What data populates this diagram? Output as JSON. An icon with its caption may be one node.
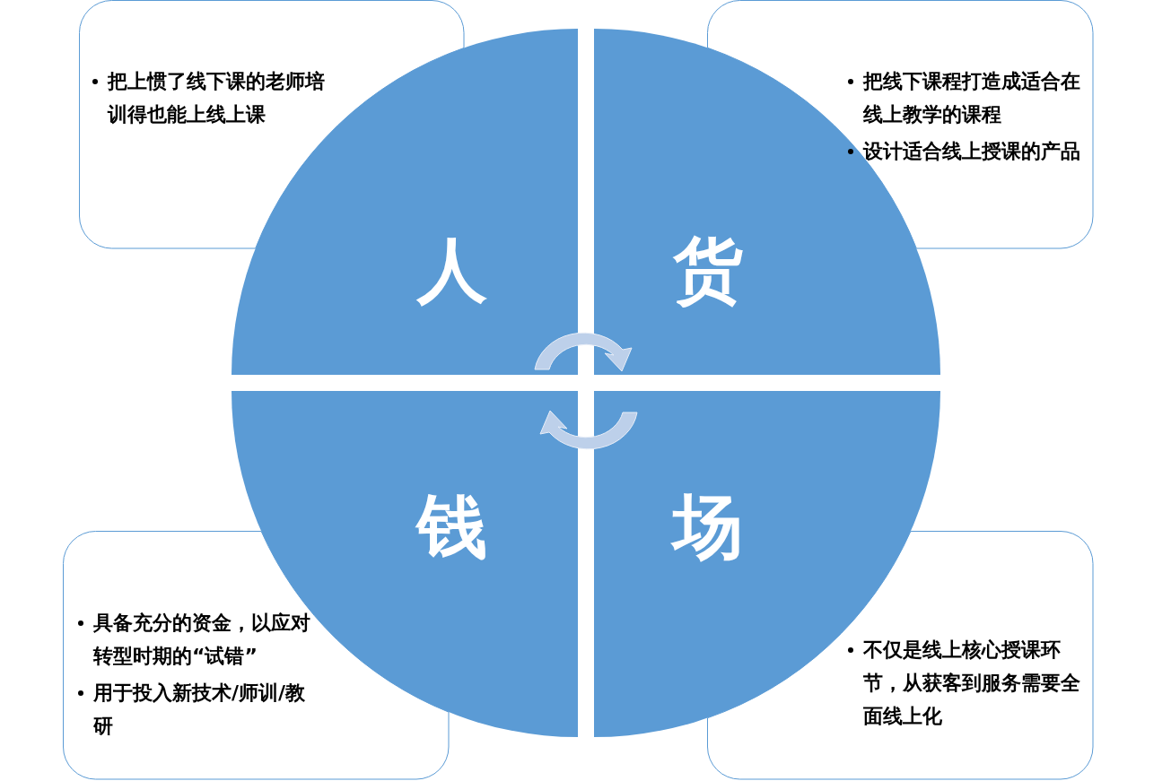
{
  "diagram": {
    "nodes": [
      {
        "text": [
          "人"
        ]
      },
      {
        "text": [
          "货"
        ]
      },
      {
        "text": [
          "钱"
        ]
      },
      {
        "text": [
          "场"
        ]
      },
      {
        "text": [
          "把上惯了线下课的老师培训得也能上线上课"
        ]
      },
      {
        "text": [
          "把线下课程打造成适合在线上教学的课程",
          "设计适合线上授课的产品"
        ]
      },
      {
        "text": [
          "具备充分的资金，以应对转型时期的“试错”",
          "用于投入新技术/师训/教研"
        ]
      },
      {
        "text": [
          "不仅是线上核心授课环节，从获客到服务需要全面线上化"
        ]
      }
    ],
    "edges": []
  }
}
